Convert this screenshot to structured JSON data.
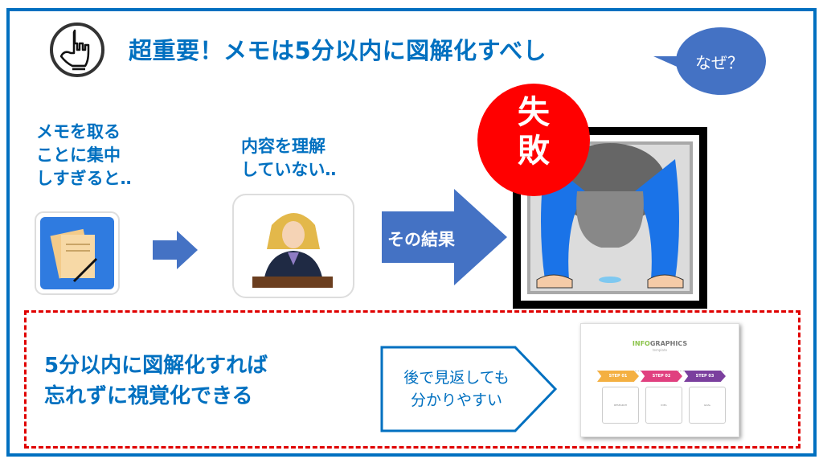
{
  "title": "超重要！メモは5分以内に図解化すべし",
  "bubble": "なぜ？",
  "step1": {
    "lines": [
      "メモを取る",
      "ことに集中",
      "しすぎると‥"
    ]
  },
  "step2": {
    "lines": [
      "内容を理解",
      "していない‥"
    ]
  },
  "arrow_label": "その結果",
  "failure": {
    "lines": [
      "失",
      "敗"
    ]
  },
  "conclusion": {
    "lines": [
      "5分以内に図解化すれば",
      "忘れずに視覚化できる"
    ]
  },
  "benefit": {
    "lines": [
      "後で見返しても",
      "分かりやすい"
    ]
  },
  "infographic": {
    "title_a": "INFO",
    "title_b": "GRAPHICS",
    "subtitle": "template",
    "steps": [
      "STEP 01",
      "STEP 02",
      "STEP 03"
    ],
    "labels": [
      "RESEARCH",
      "IDEA",
      "GOAL"
    ]
  },
  "colors": {
    "primary": "#0070C0",
    "accent": "#4472C4",
    "alert": "#FF0000"
  }
}
